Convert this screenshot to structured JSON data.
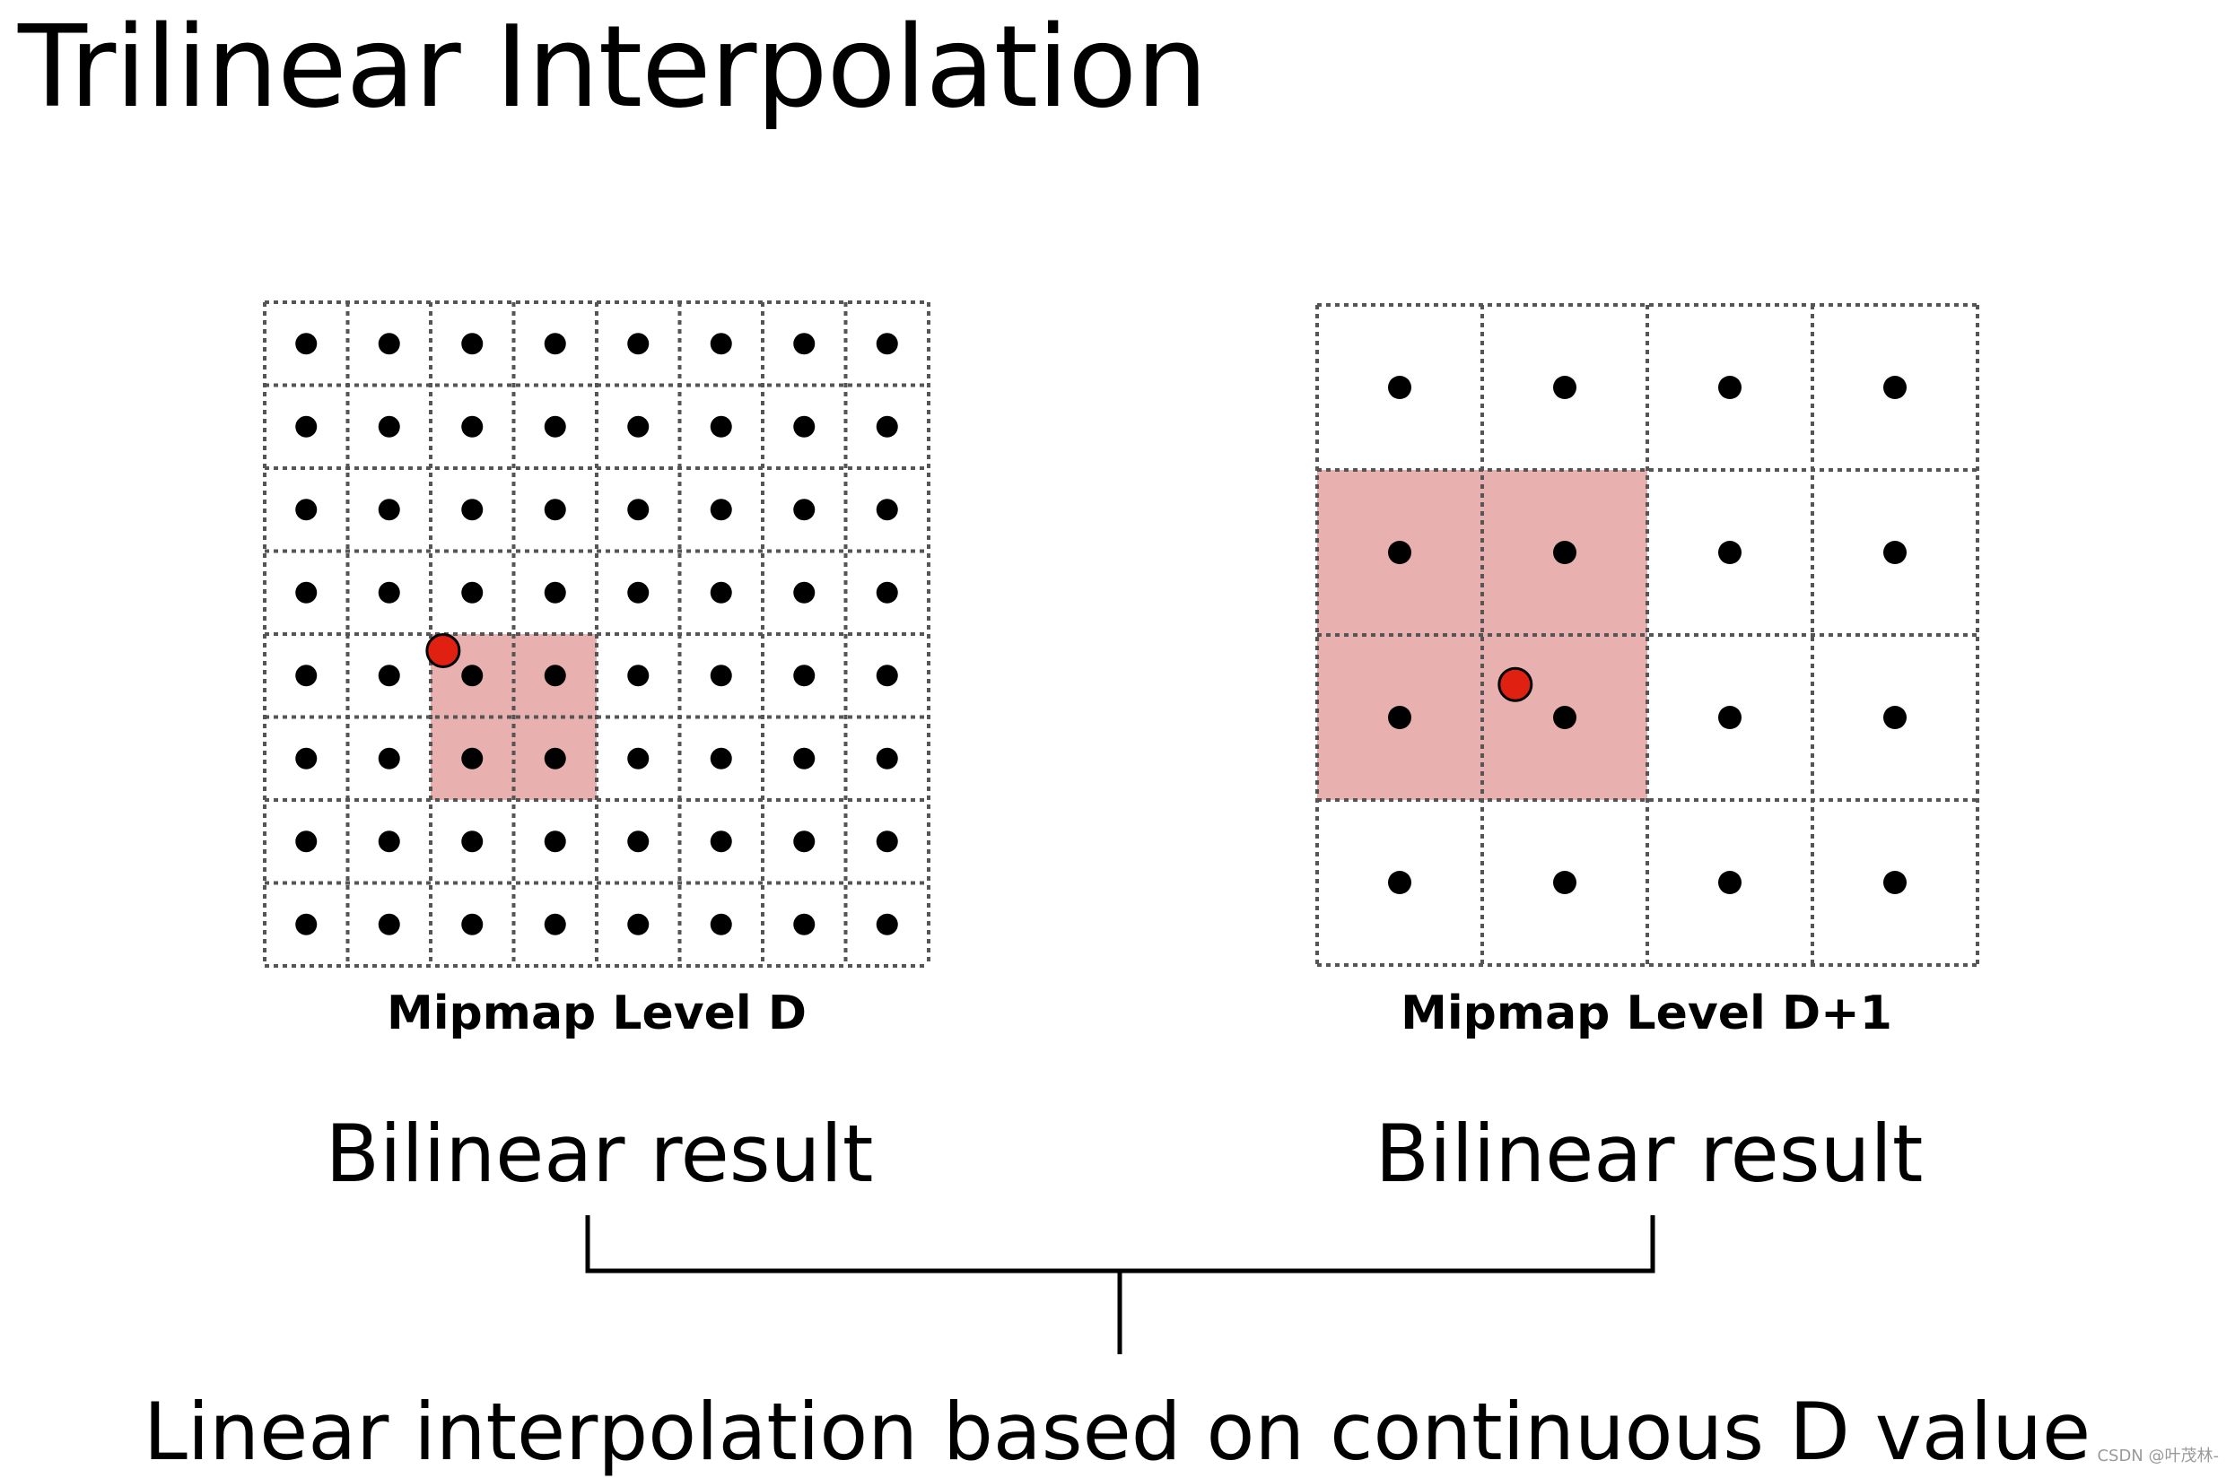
{
  "title": "Trilinear Interpolation",
  "panels": [
    {
      "label": "Mipmap Level D",
      "grid_size": 8,
      "highlight_cols": [
        2,
        3
      ],
      "highlight_rows": [
        4,
        5
      ],
      "sample": {
        "col": 2.15,
        "row": 4.2
      }
    },
    {
      "label": "Mipmap Level D+1",
      "grid_size": 4,
      "highlight_cols": [
        0,
        1
      ],
      "highlight_rows": [
        1,
        2
      ],
      "sample": {
        "col": 1.2,
        "row": 2.3
      }
    }
  ],
  "results": [
    "Bilinear result",
    "Bilinear result"
  ],
  "bottom_label": "Linear interpolation based on continuous D value",
  "watermark": "CSDN @叶茂林-",
  "colors": {
    "highlight": "#e8b0ae",
    "sample": "#e02010",
    "dot": "#000000",
    "grid": "#555555"
  }
}
